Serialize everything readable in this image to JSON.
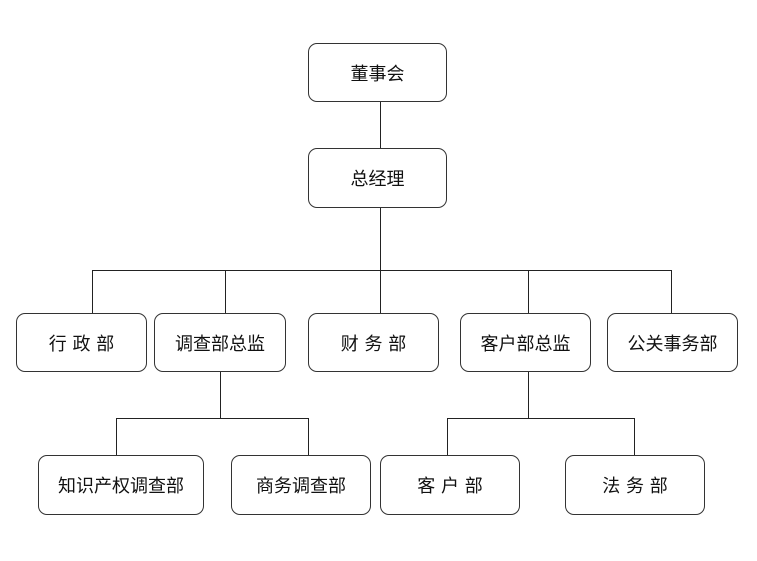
{
  "org_chart": {
    "board": "董事会",
    "general_manager": "总经理",
    "admin": "行 政 部",
    "research_director": "调查部总监",
    "finance": "财 务 部",
    "client_director": "客户部总监",
    "pr": "公关事务部",
    "ip_research": "知识产权调查部",
    "business_research": "商务调查部",
    "client_dept": "客 户 部",
    "legal": "法 务 部"
  },
  "colors": {
    "border": "#333333",
    "line": "#222222",
    "background": "#ffffff"
  }
}
